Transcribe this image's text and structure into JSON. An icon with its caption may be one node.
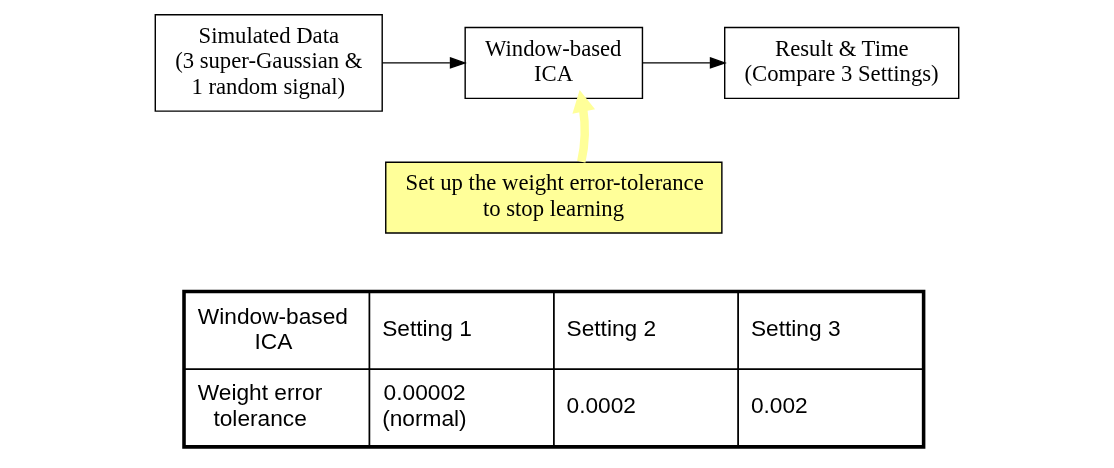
{
  "diagram": {
    "nodes": [
      {
        "text": [
          "Simulated Data",
          "(3 super-Gaussian & 1 random signal)"
        ]
      },
      {
        "text": [
          "Window-based ICA"
        ]
      },
      {
        "text": [
          "Result & Time",
          "(Compare 3 Settings)"
        ]
      },
      {
        "text": [
          "Set up the weight error-tolerance to stop learning"
        ]
      }
    ],
    "edges": [
      {
        "from": 0,
        "to": 1,
        "arrow": "to"
      },
      {
        "from": 1,
        "to": 2,
        "arrow": "to"
      },
      {
        "from": 3,
        "to": 1,
        "arrow": "to",
        "style": "thick",
        "color": "#ffff99"
      }
    ],
    "labels": [
      "Window-based ICA",
      "Setting 1",
      "Setting 2",
      "Setting 3",
      "Weight error tolerance",
      "0.00002 (normal)",
      "0.0002",
      "0.002"
    ]
  }
}
